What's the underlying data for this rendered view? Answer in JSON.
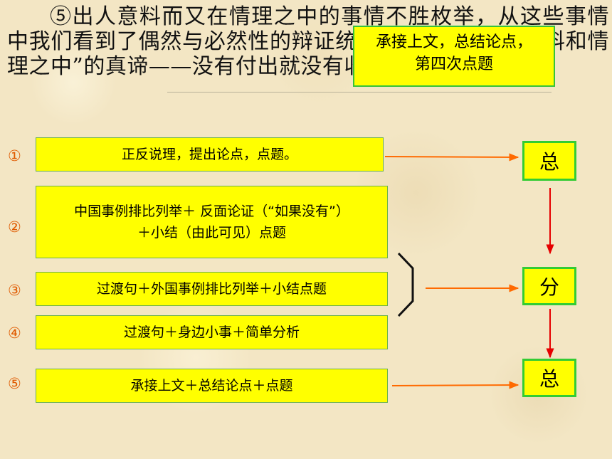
{
  "paragraph": {
    "line1": "⑤出人意料而又在情理之中的事情不胜枚举，从这些",
    "line2": "事情中我们看到了偶然与必然性的辩证统一，这就是“出人意",
    "line3": "料和情理之中”的真谛——没有付出就没有收获。"
  },
  "callout": {
    "line1": "承接上文，总结论点，",
    "line2": "第四次点题"
  },
  "steps": [
    {
      "number": "①",
      "lines": [
        "正反说理，提出论点，点题。"
      ]
    },
    {
      "number": "②",
      "lines": [
        "中国事例排比列举＋ 反面论证（“如果没有”）",
        "＋小结（由此可见）点题"
      ]
    },
    {
      "number": "③",
      "lines": [
        "过渡句＋外国事例排比列举＋小结点题"
      ]
    },
    {
      "number": "④",
      "lines": [
        "过渡句＋身边小事＋简单分析"
      ]
    },
    {
      "number": "⑤",
      "lines": [
        "承接上文＋总结论点＋点题"
      ]
    }
  ],
  "structure": {
    "top": "总",
    "middle": "分",
    "bottom": "总"
  },
  "colors": {
    "box_fill": "#ffff00",
    "box_border": "#33cc33",
    "arrow_orange": "#ff6a00",
    "arrow_red": "#e60000",
    "number_color": "#e05a00"
  }
}
